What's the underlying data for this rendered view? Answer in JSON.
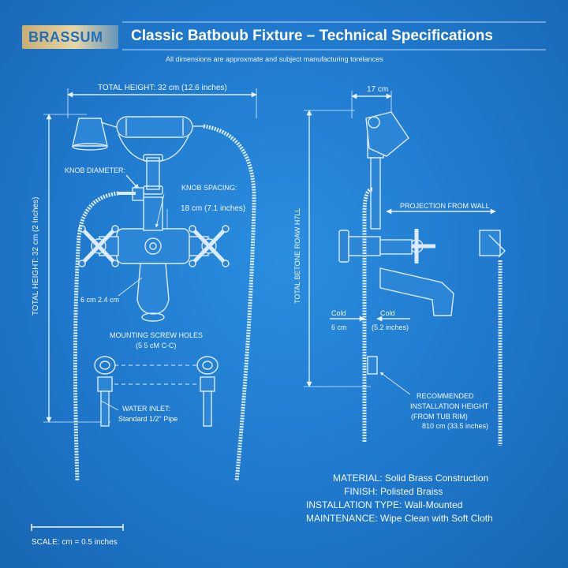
{
  "header": {
    "logo_text": "BRASSUM",
    "title": "Classic Batboub Fixture – Technical Specifications",
    "subtitle": "All dimensions are approxmate and subject manufacturing torelances"
  },
  "front_view": {
    "total_height_top": "TOTAL HEIGHT: 32 cm (12.6 inches)",
    "total_height_side": "TOTAL HEIGHT: 32 cm (2 Ɨnches)",
    "knob_diameter": "KNOB DIAMETER:",
    "knob_spacing": "KNOB SPACING:",
    "knob_spacing_value": "18 cm (7.1 inches)",
    "knob_size": "6 cm 2.4 cm",
    "mounting_holes": "MOUNTING SCREW HOLES",
    "mounting_holes_value": "(5 5 cM C-C)",
    "water_inlet": "WATER INLET:",
    "water_inlet_value": "Standard 1/2\" Pipe"
  },
  "side_view": {
    "width_top": "17 cm",
    "height_side": "TOTAL BETONE ROAW H7LL",
    "projection": "PROJECTION FROM WALL",
    "cold_left": "Cold",
    "cold_left_value": "6 cm",
    "cold_right": "Cold",
    "cold_right_value": "(5.2 inches)",
    "recommended_1": "RECOMMENDED",
    "recommended_2": "INSTALLATION HEIGHT",
    "recommended_3": "(FROM TUB RIM)",
    "recommended_4": "810 cm (33.5 inches)"
  },
  "specs": [
    {
      "label": "MATERIAL:",
      "value": "Solid Brass Construction"
    },
    {
      "label": "FINISH:",
      "value": "Polisted Braiss"
    },
    {
      "label": "INSTALLATION TYPE:",
      "value": "Wall-Mounted"
    },
    {
      "label": "MAINTENANCE:",
      "value": "Wipe Clean with Soft Cloth"
    }
  ],
  "scale": {
    "label": "SCALE: cm = 0.5 inches"
  }
}
